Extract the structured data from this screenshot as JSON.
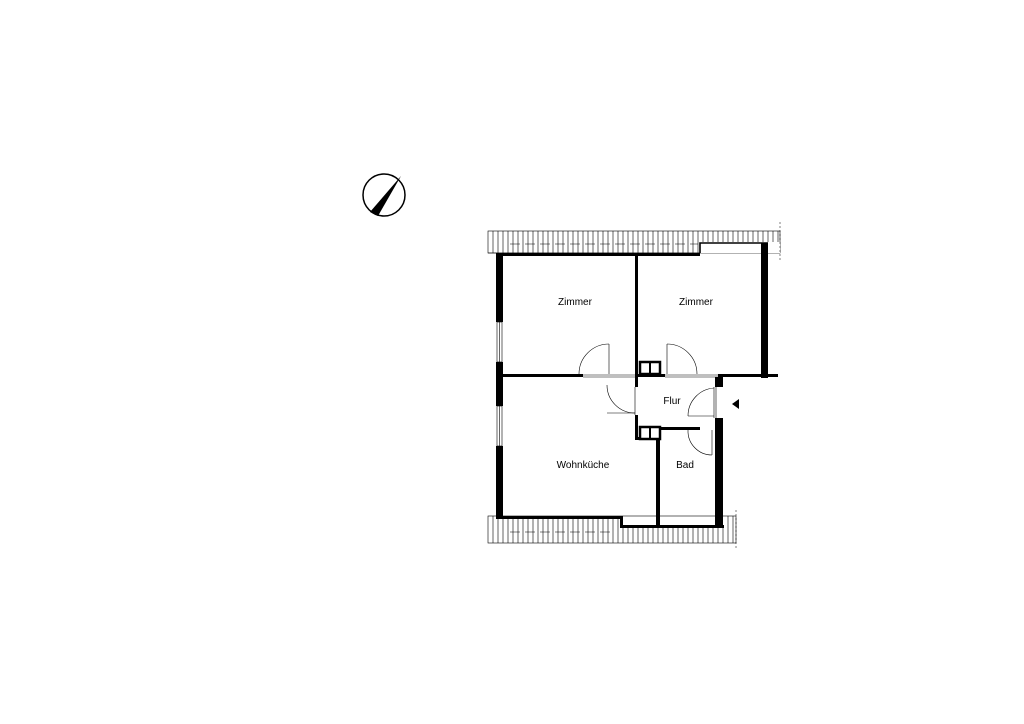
{
  "plan": {
    "type": "floor-plan",
    "rooms": [
      {
        "id": "zimmer-1",
        "label": "Zimmer"
      },
      {
        "id": "zimmer-2",
        "label": "Zimmer"
      },
      {
        "id": "flur",
        "label": "Flur"
      },
      {
        "id": "wohnkueche",
        "label": "Wohnküche"
      },
      {
        "id": "bad",
        "label": "Bad"
      }
    ],
    "north_arrow": {
      "icon": "north-arrow-icon"
    },
    "entrance": {
      "icon": "entrance-triangle-icon"
    },
    "colors": {
      "wall": "#000000",
      "line": "#000000",
      "background": "#ffffff"
    }
  }
}
